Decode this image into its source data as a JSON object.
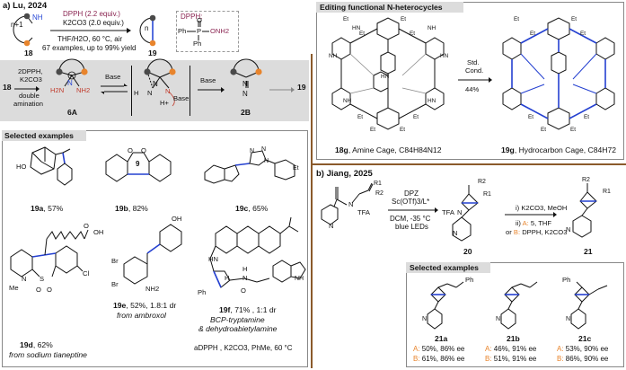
{
  "section_a": {
    "heading": "a) Lu, 2024",
    "reaction": {
      "sm_n": "n+1",
      "sm_nh": "NH",
      "sm_label": "18",
      "reagent1": "DPPH (2.2 equiv.)",
      "reagent2": "K2CO3 (2.0 equiv.)",
      "conditions": "THF/H2O, 60 °C, air",
      "scope": "67 examples, up to 99% yield",
      "product_n": "n",
      "product_label": "19",
      "dpph_title": "DPPH:",
      "dpph_ph_left": "Ph",
      "dpph_p": "P",
      "dpph_o": "O",
      "dpph_onh2": "ONH2",
      "dpph_ph_bottom": "Ph"
    },
    "mechanism": {
      "start": "18",
      "reagent_top": "2DPPH,",
      "reagent_mid": "K2CO3",
      "reagent_bottom1": "double",
      "reagent_bottom2": "amination",
      "int1_label": "6A",
      "int1_nh2_left": "H2N",
      "int1_nh2_right": "NH2",
      "base_label": "Base",
      "ts_h_plus": "H+",
      "ts_base": "Base",
      "base2_label": "Base",
      "int2_label": "2B",
      "end": "19"
    },
    "selected_title": "Selected examples",
    "examples": [
      {
        "id": "19a",
        "yield": ", 57%",
        "extra": ""
      },
      {
        "id": "19b",
        "yield": ", 82%",
        "extra": ""
      },
      {
        "id": "19c",
        "yield": ", 65%",
        "extra": ""
      },
      {
        "id": "19d",
        "yield": ", 62%",
        "extra": "from sodium tianeptine"
      },
      {
        "id": "19e",
        "yield": ", 52%, 1.8:1 dr",
        "extra": "from ambroxol"
      },
      {
        "id": "19f",
        "yield": ", 71% , 1:1 dr",
        "extra": "BCP-tryptamine",
        "extra2": "& dehydroabietylamine"
      }
    ],
    "ring_label": "9",
    "footnote": "aDPPH , K2CO3, PhMe, 60 °C",
    "atom_labels": {
      "ho": "HO",
      "oh": "OH",
      "cooh": "O",
      "me_n": "Me",
      "n": "N",
      "s": "S",
      "o1": "O",
      "o2": "O",
      "cl": "Cl",
      "br1": "Br",
      "br2": "Br",
      "nh2": "NH2",
      "hn": "HN",
      "ph": "Ph",
      "h": "H",
      "nh": "N",
      "h2": "H",
      "o3": "O"
    }
  },
  "section_top_right": {
    "heading": "Editing functional N-heterocycles",
    "left_label": "18g",
    "left_desc": ", Amine Cage, C84H84N12",
    "arrow_top1": "Std.",
    "arrow_top2": "Cond.",
    "arrow_bottom": "44%",
    "right_label": "19g",
    "right_desc": ", Hydrocarbon Cage, C84H72",
    "et": "Et",
    "hn": "HN",
    "nh": "NH"
  },
  "section_b": {
    "heading": "b) Jiang, 2025",
    "sm_r1": "R1",
    "sm_r2": "R2",
    "sm_n": "N",
    "sm_tfa": "TFA",
    "sm_pyN": "N",
    "cond1": "DPZ",
    "cond2": "Sc(OTf)3/L*",
    "cond3": "DCM, -35 °C",
    "cond4": "blue LEDs",
    "int_label": "20",
    "int_r1": "R1",
    "int_r2": "R2",
    "int_tfa": "TFA",
    "int_n": "N",
    "step_i": "i) K2CO3, MeOH",
    "step_ii_a": "ii)",
    "step_ii_A": "A:",
    "step_ii_A_text": "5, THF",
    "step_ii_or": "or",
    "step_ii_B": "B:",
    "step_ii_B_text": "DPPH, K2CO3",
    "prod_label": "21",
    "prod_r1": "R1",
    "prod_r2": "R2",
    "selected_title": "Selected examples",
    "examples": [
      {
        "id": "21a",
        "substituent": "Ph",
        "a_label": "A:",
        "a_text": " 50%, 86% ee",
        "b_label": "B:",
        "b_text": " 61%, 86% ee"
      },
      {
        "id": "21b",
        "substituent": "",
        "a_label": "A:",
        "a_text": " 46%, 91% ee",
        "b_label": "B:",
        "b_text": " 51%, 91% ee"
      },
      {
        "id": "21c",
        "substituent": "Ph",
        "a_label": "A:",
        "a_text": " 53%, 90% ee",
        "b_label": "B:",
        "b_text": " 86%, 90% ee"
      }
    ],
    "n_label": "N"
  },
  "colors": {
    "divider_brown": "#8b5a2b",
    "blue": "#2a49d6",
    "orange": "#e8842c",
    "purple_dpph": "#8a2451",
    "red_text": "#c03a2b",
    "dark_ball": "#4a4a4a",
    "gray_box": "#dcdcdc"
  }
}
